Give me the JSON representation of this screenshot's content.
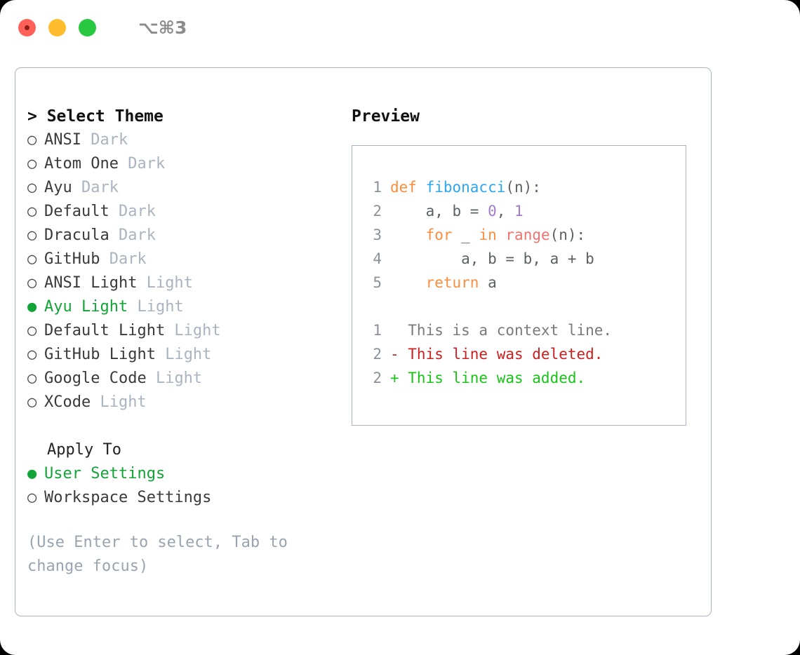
{
  "window": {
    "title": "⌥⌘3",
    "traffic_lights": [
      "close",
      "minimize",
      "zoom"
    ]
  },
  "left": {
    "header": "> Select Theme",
    "bullet_selected": "●",
    "bullet_unselected": "○",
    "themes": [
      {
        "name": "ANSI",
        "variant": "Dark",
        "selected": false
      },
      {
        "name": "Atom One",
        "variant": "Dark",
        "selected": false
      },
      {
        "name": "Ayu",
        "variant": "Dark",
        "selected": false
      },
      {
        "name": "Default",
        "variant": "Dark",
        "selected": false
      },
      {
        "name": "Dracula",
        "variant": "Dark",
        "selected": false
      },
      {
        "name": "GitHub",
        "variant": "Dark",
        "selected": false
      },
      {
        "name": "ANSI Light",
        "variant": "Light",
        "selected": false
      },
      {
        "name": "Ayu Light",
        "variant": "Light",
        "selected": true
      },
      {
        "name": "Default Light",
        "variant": "Light",
        "selected": false
      },
      {
        "name": "GitHub Light",
        "variant": "Light",
        "selected": false
      },
      {
        "name": "Google Code",
        "variant": "Light",
        "selected": false
      },
      {
        "name": "XCode",
        "variant": "Light",
        "selected": false
      }
    ],
    "apply_to_header": "Apply To",
    "apply_to": [
      {
        "name": "User Settings",
        "selected": true
      },
      {
        "name": "Workspace Settings",
        "selected": false
      }
    ],
    "hint": "(Use Enter to select, Tab to change focus)"
  },
  "right": {
    "preview_title": "Preview",
    "code_lines": [
      {
        "num": "1",
        "tokens": [
          {
            "t": "def ",
            "c": "kw"
          },
          {
            "t": "fibonacci",
            "c": "fn"
          },
          {
            "t": "(n):",
            "c": "pl"
          }
        ]
      },
      {
        "num": "2",
        "tokens": [
          {
            "t": "    a, b = ",
            "c": "pl"
          },
          {
            "t": "0",
            "c": "num"
          },
          {
            "t": ", ",
            "c": "pl"
          },
          {
            "t": "1",
            "c": "num"
          }
        ]
      },
      {
        "num": "3",
        "tokens": [
          {
            "t": "    ",
            "c": "pl"
          },
          {
            "t": "for",
            "c": "kw"
          },
          {
            "t": " _ ",
            "c": "pl"
          },
          {
            "t": "in",
            "c": "kw"
          },
          {
            "t": " ",
            "c": "pl"
          },
          {
            "t": "range",
            "c": "bi"
          },
          {
            "t": "(n):",
            "c": "pl"
          }
        ]
      },
      {
        "num": "4",
        "tokens": [
          {
            "t": "        a, b = b, a + b",
            "c": "pl"
          }
        ]
      },
      {
        "num": "5",
        "tokens": [
          {
            "t": "    ",
            "c": "pl"
          },
          {
            "t": "return",
            "c": "kw"
          },
          {
            "t": " a",
            "c": "pl"
          }
        ]
      }
    ],
    "diff_lines": [
      {
        "num": "1",
        "marker": "  ",
        "text": "This is a context line.",
        "kind": "ctx"
      },
      {
        "num": "2",
        "marker": "- ",
        "text": "This line was deleted.",
        "kind": "del"
      },
      {
        "num": "2",
        "marker": "+ ",
        "text": "This line was added.",
        "kind": "add"
      }
    ]
  },
  "colors": {
    "accent_green": "#13a438",
    "keyword": "#fa8d3e",
    "function": "#2ca6f0",
    "builtin": "#f07171",
    "number": "#a37acc",
    "line_number": "#8a9199",
    "muted": "#aab4c0",
    "diff_deleted": "#cc1f1f",
    "diff_added": "#17c417"
  }
}
